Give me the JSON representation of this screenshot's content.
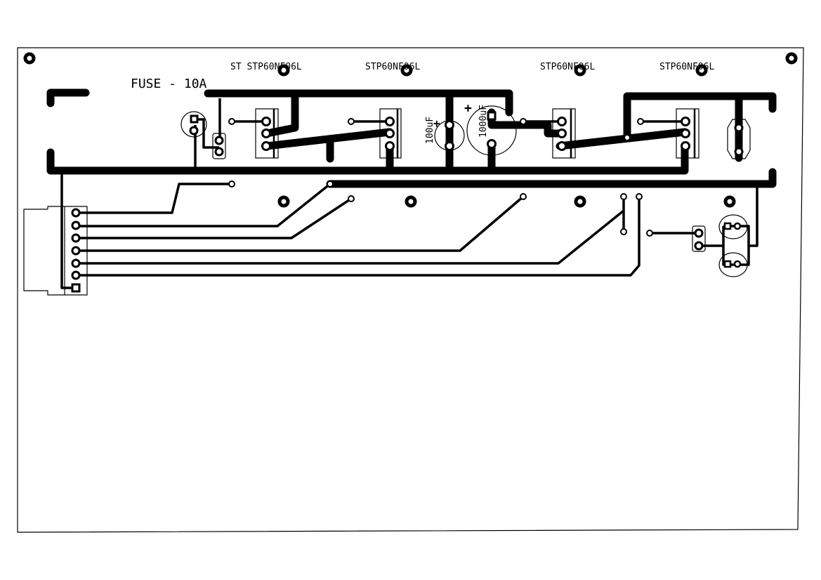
{
  "board": {
    "labels": {
      "fuse": "FUSE - 10A",
      "mosfet1": "ST STP60NF06L",
      "mosfet2": "STP60NF06L",
      "mosfet3": "STP60NF06L",
      "mosfet4": "STP60NF06L",
      "cap_small": "100uF",
      "cap_large": "1000uF",
      "plus_small": "+",
      "plus_large": "+"
    }
  },
  "colors": {
    "copper": "#000000",
    "background": "#ffffff"
  }
}
